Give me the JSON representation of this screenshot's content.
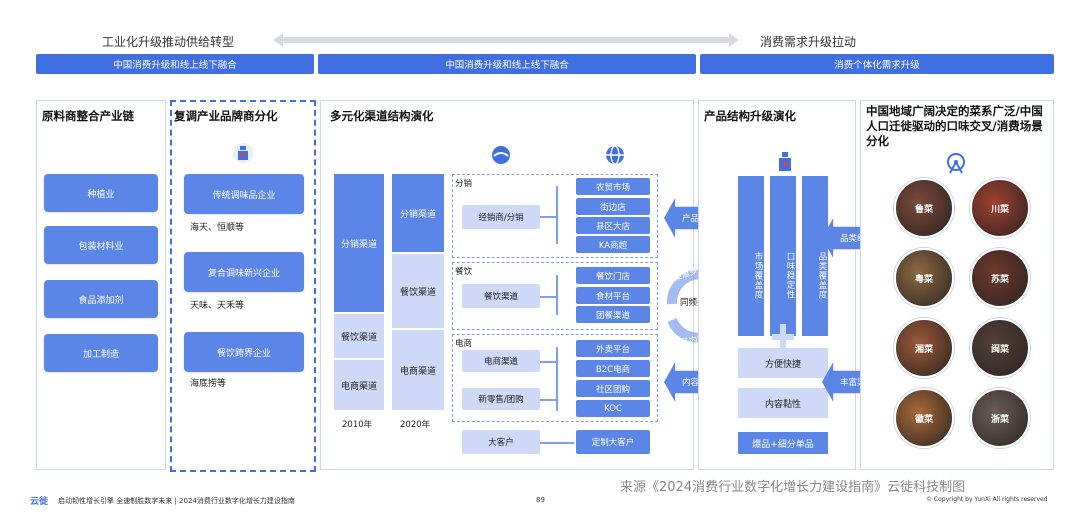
{
  "top": {
    "left_label": "工业化升级推动供给转型",
    "right_label": "消费需求升级拉动"
  },
  "banners": [
    "中国消费升级和线上线下融合",
    "中国消费升级和线上线下融合",
    "消费个体化需求升级"
  ],
  "col1": {
    "title": "原料商整合产业链",
    "items": [
      "种植业",
      "包装材料业",
      "食品添加剂",
      "加工制造"
    ]
  },
  "col2": {
    "title": "复调产业品牌商分化",
    "items": [
      {
        "label": "传统调味品企业",
        "note": "海天、恒顺等"
      },
      {
        "label": "复合调味新兴企业",
        "note": "天味、天禾等"
      },
      {
        "label": "餐饮跨界企业",
        "note": "海底捞等"
      }
    ]
  },
  "col3": {
    "title": "多元化渠道结构演化",
    "bars_2010": [
      "分销渠道",
      "餐饮渠道",
      "电商渠道"
    ],
    "bars_2020": [
      "分销渠道",
      "餐饮渠道",
      "电商渠道"
    ],
    "years": [
      "2010年",
      "2020年"
    ],
    "groups": [
      {
        "label": "分销",
        "source": "经销商/分销",
        "outputs": [
          "农贸市场",
          "街边店",
          "县区大店",
          "KA商超"
        ]
      },
      {
        "label": "餐饮",
        "source": "餐饮渠道",
        "outputs": [
          "餐饮门店",
          "食材平台",
          "团餐渠道"
        ]
      },
      {
        "label": "电商",
        "sources": [
          "电商渠道",
          "新零售/团购"
        ],
        "outputs": [
          "外卖平台",
          "B2C电商",
          "社区团购",
          "KOC"
        ]
      }
    ],
    "big_client": {
      "source": "大客户",
      "output": "定制大客户"
    }
  },
  "middle_arrows": {
    "product_channel": "产品通路",
    "cycle_top": "渠道多元化",
    "cycle_mid": "同频共振",
    "cycle_bottom": "产品内容化",
    "content_spread": "内容传播"
  },
  "col4": {
    "title": "产品结构升级演化",
    "vbars": [
      "市场覆盖度",
      "口味稳定性",
      "品类覆盖度"
    ],
    "boxes": [
      "方便快捷",
      "内容黏性"
    ],
    "bottom": "爆品+细分单品"
  },
  "side_arrows": {
    "category": "品类细分",
    "scene": "丰富渠道"
  },
  "col5": {
    "title": "中国地域广阔决定的菜系广泛/中国人口迁徙驱动的口味交叉/消费场景分化",
    "cuisines": [
      "鲁菜",
      "川菜",
      "粤菜",
      "苏菜",
      "湘菜",
      "闽菜",
      "徽菜",
      "浙菜"
    ],
    "colors": [
      "#7a4a3a",
      "#a0412f",
      "#8c6a44",
      "#6e3a2c",
      "#9b5a38",
      "#54413a",
      "#a86a3a",
      "#6b5e58"
    ]
  },
  "footer": {
    "brand": "云徙",
    "slogan": "启动韧性增长引擎  全速制胜数字未来 | 2024消费行业数字化增长力建设指南",
    "page": "89",
    "copyright": "© Copyright by YunXi All rights reserved",
    "source": "来源《2024消费行业数字化增长力建设指南》云徙科技制图"
  }
}
